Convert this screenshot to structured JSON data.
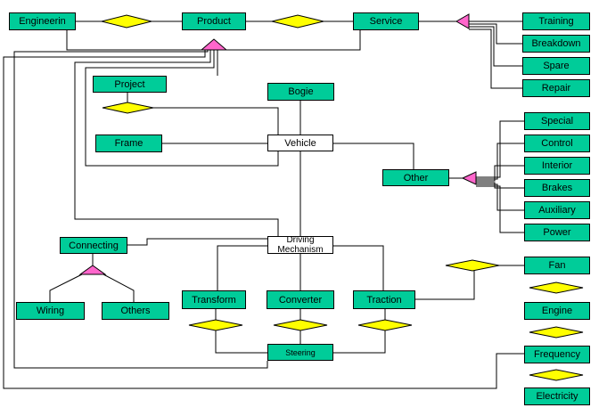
{
  "colors": {
    "entity": "#00cc99",
    "relationship": "#ffff00",
    "isa": "#ff66cc",
    "line": "#000000"
  },
  "entities": {
    "engineering": "Engineerin",
    "product": "Product",
    "service": "Service",
    "training": "Training",
    "breakdown": "Breakdown",
    "spare": "Spare",
    "repair": "Repair",
    "project": "Project",
    "bogie": "Bogie",
    "frame": "Frame",
    "vehicle": "Vehicle",
    "special": "Special",
    "control": "Control",
    "interior": "Interior",
    "other": "Other",
    "brakes": "Brakes",
    "auxiliary": "Auxiliary",
    "power": "Power",
    "connecting": "Connecting",
    "driving_mechanism": "Driving Mechanism",
    "wiring": "Wiring",
    "others": "Others",
    "transform": "Transform",
    "converter": "Converter",
    "traction": "Traction",
    "fan": "Fan",
    "engine": "Engine",
    "steering": "Steering",
    "frequency": "Frequency",
    "electricity": "Electricity"
  }
}
